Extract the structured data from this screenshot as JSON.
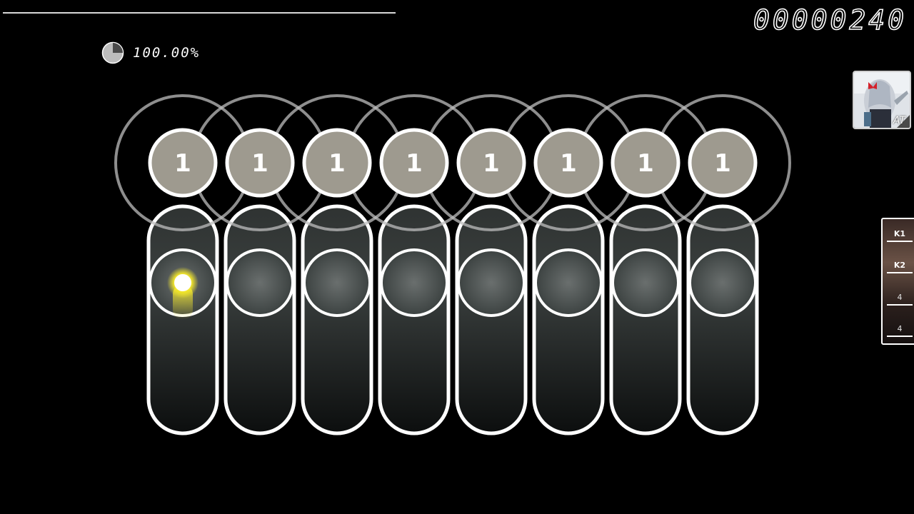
{
  "hud": {
    "score": "00000240",
    "accuracy": "100.00%",
    "accuracy_fill": 0.25
  },
  "mods": {
    "label": "AT"
  },
  "key_overlay": {
    "keys": [
      {
        "label": "K1",
        "count": ""
      },
      {
        "label": "K2",
        "count": ""
      },
      {
        "label": "",
        "count": "4"
      },
      {
        "label": "",
        "count": "4"
      }
    ]
  },
  "playfield": {
    "hit_circles": [
      {
        "number": "1"
      },
      {
        "number": "1"
      },
      {
        "number": "1"
      },
      {
        "number": "1"
      },
      {
        "number": "1"
      },
      {
        "number": "1"
      },
      {
        "number": "1"
      },
      {
        "number": "1"
      }
    ],
    "colors": {
      "circle_fill": "#9e9a8f",
      "outline": "#ffffff",
      "cursor": "#f4e82a"
    }
  }
}
